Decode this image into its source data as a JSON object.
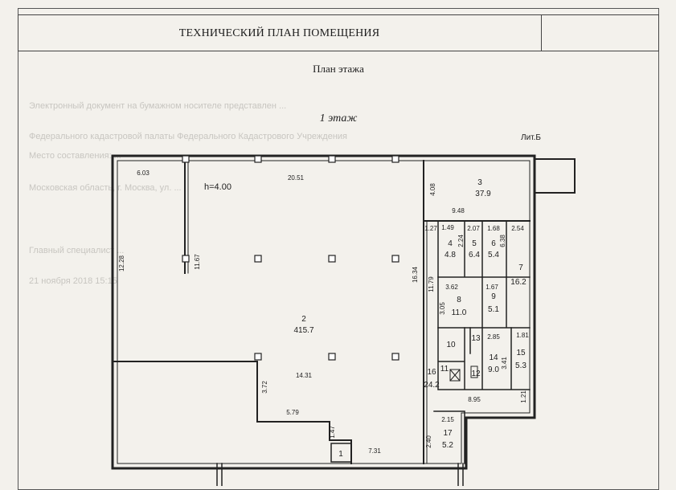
{
  "header": {
    "title": "ТЕХНИЧЕСКИЙ ПЛАН ПОМЕЩЕНИЯ",
    "section": "План этажа",
    "floor": "1 этаж",
    "plan_label": "Лит.Б"
  },
  "height_label": "h=4.00",
  "rooms": [
    {
      "id": "room-1",
      "number": "1",
      "area": ""
    },
    {
      "id": "room-2",
      "number": "2",
      "area": "415.7"
    },
    {
      "id": "room-3",
      "number": "3",
      "area": "37.9"
    },
    {
      "id": "room-4",
      "number": "4",
      "area": "4.8"
    },
    {
      "id": "room-5",
      "number": "5",
      "area": "6.4"
    },
    {
      "id": "room-6",
      "number": "6",
      "area": "5.4"
    },
    {
      "id": "room-7",
      "number": "7",
      "area": "16.2"
    },
    {
      "id": "room-8",
      "number": "8",
      "area": "11.0"
    },
    {
      "id": "room-9",
      "number": "9",
      "area": "5.1"
    },
    {
      "id": "room-10",
      "number": "10",
      "area": ""
    },
    {
      "id": "room-11",
      "number": "11",
      "area": ""
    },
    {
      "id": "room-12",
      "number": "12",
      "area": ""
    },
    {
      "id": "room-13",
      "number": "13",
      "area": ""
    },
    {
      "id": "room-14",
      "number": "14",
      "area": "9.0"
    },
    {
      "id": "room-15",
      "number": "15",
      "area": "5.3"
    },
    {
      "id": "room-16",
      "number": "16",
      "area": "24.2"
    },
    {
      "id": "room-17",
      "number": "17",
      "area": "5.2"
    }
  ],
  "dimensions": [
    "6.03",
    "20.51",
    "12.28",
    "11.67",
    "4.08",
    "9.48",
    "1.27",
    "1.49",
    "2.07",
    "1.68",
    "2.54",
    "2.24",
    "6.38",
    "16.34",
    "11.79",
    "3.62",
    "1.67",
    "3.05",
    "2.85",
    "1.81",
    "3.41",
    "14.31",
    "3.72",
    "5.79",
    "8.95",
    "1.21",
    "2.15",
    "1.47",
    "2.40",
    "7.31"
  ],
  "watermark": {
    "lines": [
      "Электронный документ на бумажном носителе представлен ...",
      "Федерального кадастровой палаты Федерального Кадастрового Учреждения",
      "Место составления: ...",
      "Московская область, г. Москва, ул. ...",
      "Главный специалист ...",
      "21 ноября 2018  15:15"
    ]
  }
}
